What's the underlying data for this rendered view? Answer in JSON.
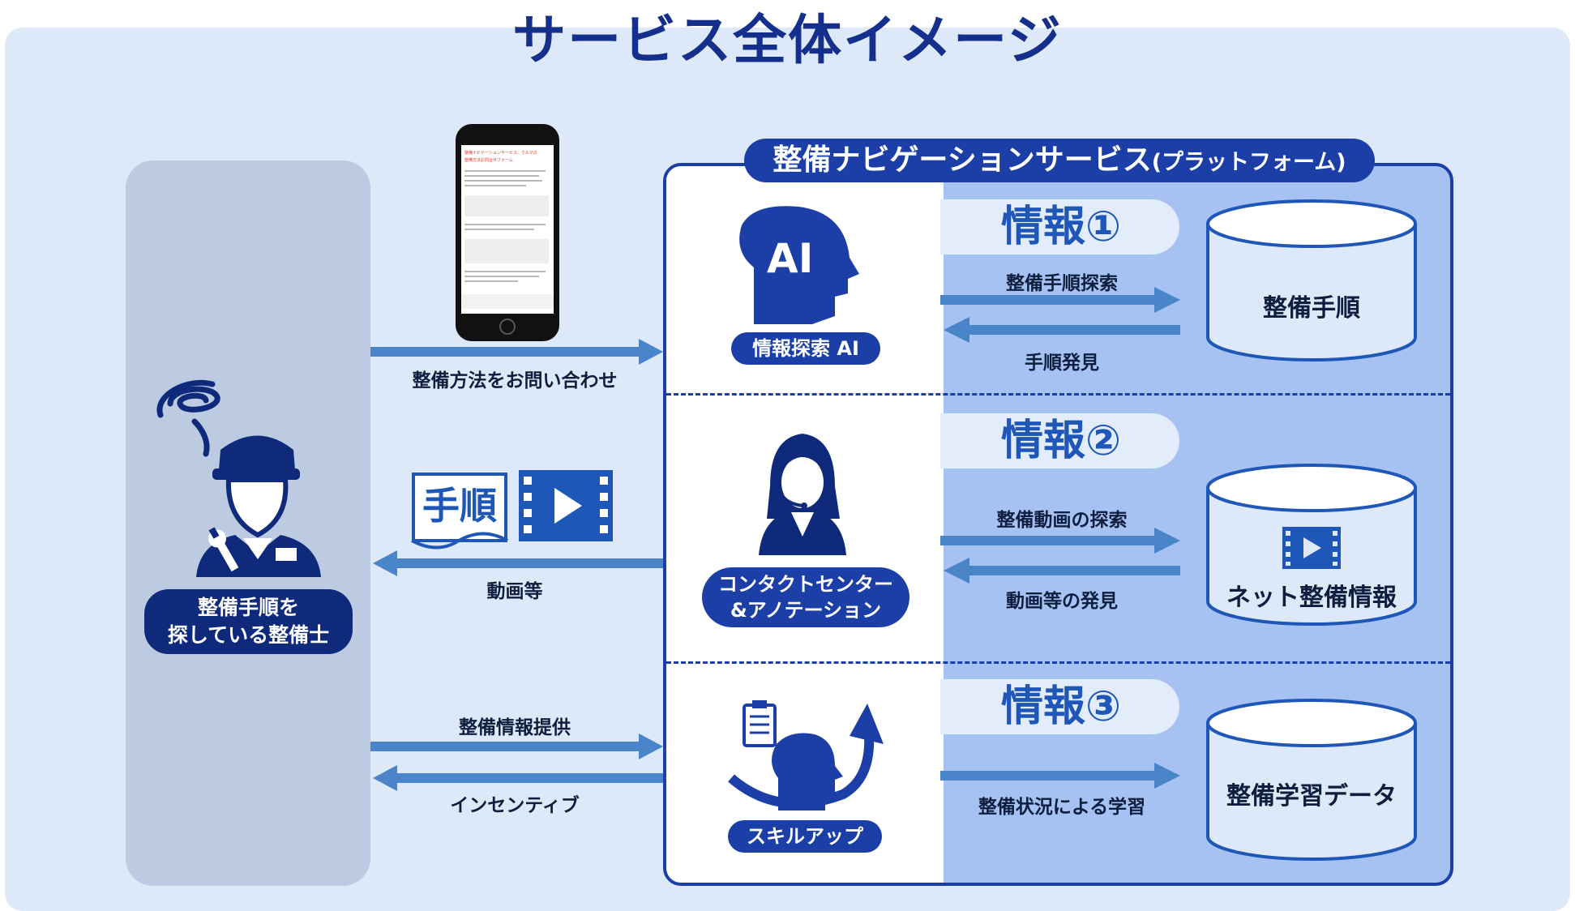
{
  "title": "サービス全体イメージ",
  "platform": {
    "title": "整備ナビゲーションサービス",
    "subtitle": "(プラットフォーム)"
  },
  "user": {
    "line1": "整備手順を",
    "line2": "探している整備士"
  },
  "flows": {
    "inquiry": "整備方法をお問い合わせ",
    "video_etc": "動画等",
    "info_provide": "整備情報提供",
    "incentive": "インセンティブ"
  },
  "doc_icon_text": "手順",
  "phone": {
    "line1": "整備ナビゲーションサービス、クルマの",
    "line2": "整備方法お問合せフォーム"
  },
  "rows": [
    {
      "actor": "情報探索 AI",
      "ai_mark": "AI",
      "tab": "情報①",
      "arrow_right": "整備手順探索",
      "arrow_left": "手順発見",
      "db": "整備手順"
    },
    {
      "actor_line1": "コンタクトセンター",
      "actor_line2": "&アノテーション",
      "tab": "情報②",
      "arrow_right": "整備動画の探索",
      "arrow_left": "動画等の発見",
      "db": "ネット整備情報"
    },
    {
      "actor": "スキルアップ",
      "tab": "情報③",
      "arrow_right": "整備状況による学習",
      "db": "整備学習データ"
    }
  ],
  "colors": {
    "navy": "#0f2a7a",
    "blue": "#1b3fa6",
    "arrow": "#4a84c9",
    "panel_bg": "#dde8f8",
    "platform_bg": "#a5c2f3"
  }
}
